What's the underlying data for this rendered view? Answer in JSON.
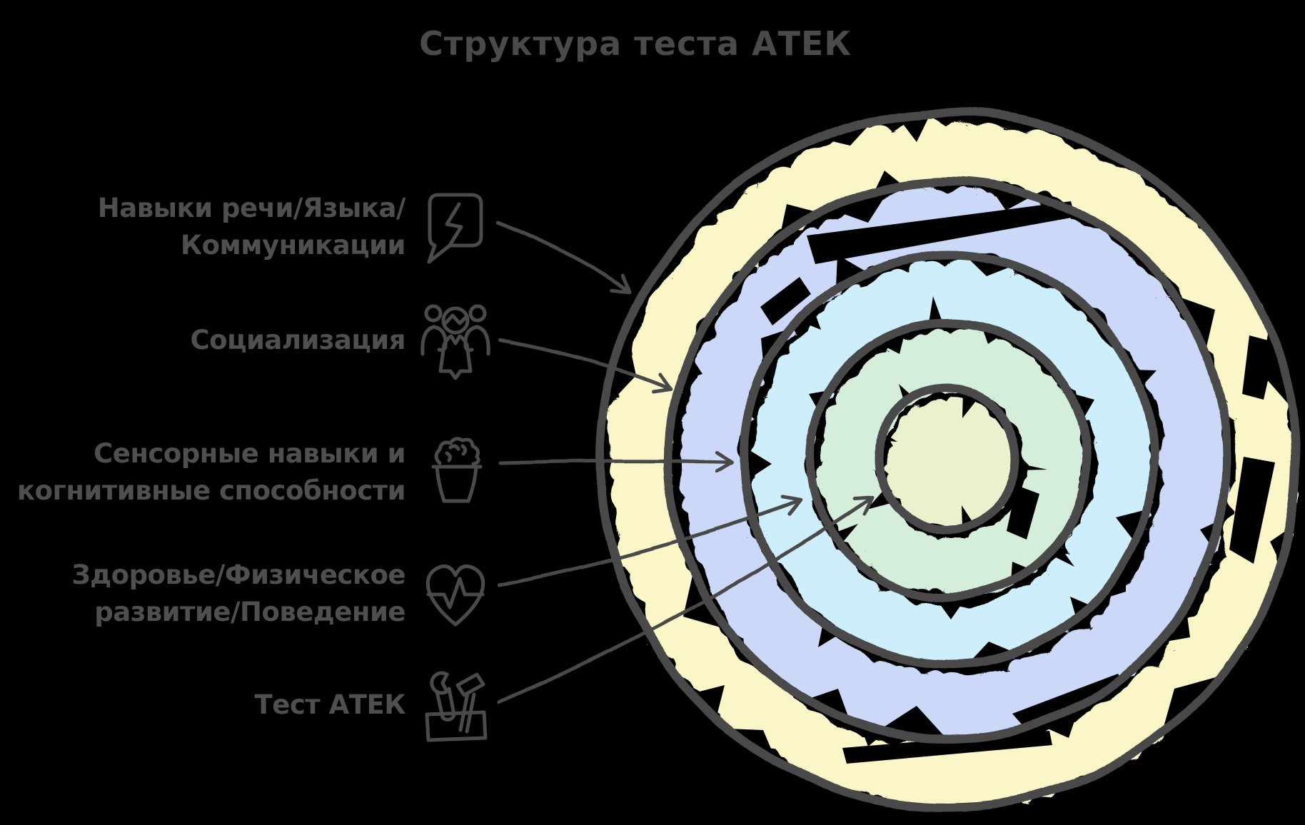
{
  "title": "Структура теста АТЕК",
  "colors": {
    "background": "#000000",
    "ink": "#4a4a4a",
    "label_text": "#4f4f4f"
  },
  "legend": {
    "items": [
      {
        "lines": [
          "Навыки речи/Языка/",
          "Коммуникации"
        ],
        "icon": "speech-bubble-lightning-icon"
      },
      {
        "lines": [
          "Социализация"
        ],
        "icon": "people-group-icon"
      },
      {
        "lines": [
          "Сенсорные навыки и",
          "когнитивные способности"
        ],
        "icon": "brain-icon"
      },
      {
        "lines": [
          "Здоровье/Физическое",
          "развитие/Поведение"
        ],
        "icon": "heart-pulse-icon"
      },
      {
        "lines": [
          "Тест АТЕК"
        ],
        "icon": "toolbox-icon"
      }
    ]
  },
  "diagram": {
    "type": "concentric-rings",
    "rings": [
      {
        "level": 1,
        "label": "Навыки речи/Языка/Коммуникации",
        "color": "#faf6c8"
      },
      {
        "level": 2,
        "label": "Социализация",
        "color": "#ccd8f8"
      },
      {
        "level": 3,
        "label": "Сенсорные навыки и когнитивные способности",
        "color": "#cdeefa"
      },
      {
        "level": 4,
        "label": "Здоровье/Физическое развитие/Поведение",
        "color": "#d4eedb"
      },
      {
        "level": 5,
        "label": "Тест АТЕК",
        "color": "#eaf2cd"
      }
    ]
  }
}
